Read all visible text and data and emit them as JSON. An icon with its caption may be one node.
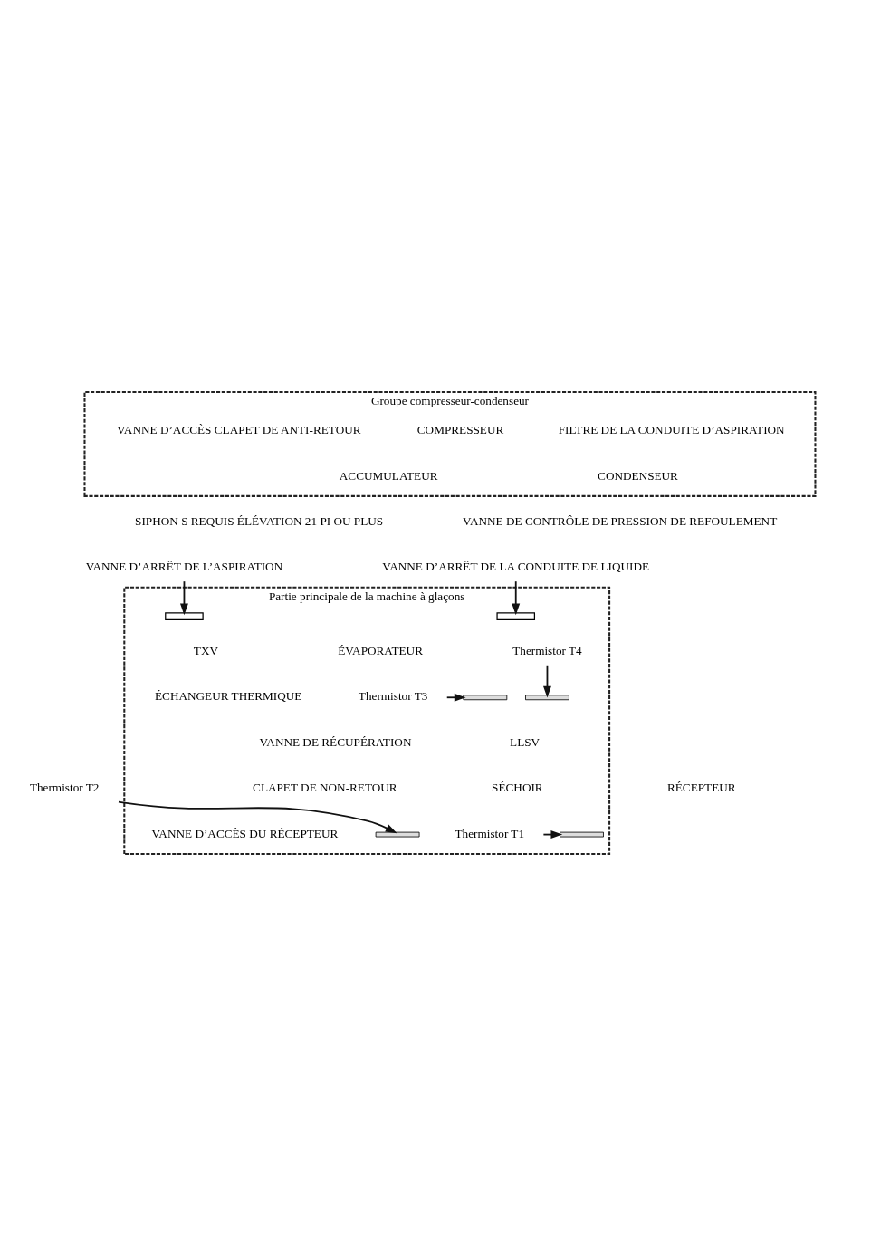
{
  "diagram": {
    "nodes": [
      {
        "text": [
          "Groupe compresseur-condenseur"
        ]
      },
      {
        "text": [
          "Partie principale de la machine à glaçons"
        ]
      },
      {
        "text": [
          "VANNE D’ARRÊT DE L’ASPIRATION"
        ]
      },
      {
        "text": [],
        "shape": "box",
        "in": 1
      },
      {
        "text": [
          "VANNE D’ARRÊT DE LA CONDUITE DE LIQUIDE"
        ]
      },
      {
        "text": [],
        "shape": "box",
        "in": 1
      },
      {
        "text": [
          "Thermistor T4"
        ],
        "in": 1
      },
      {
        "text": [],
        "shape": "bar",
        "in": 1
      },
      {
        "text": [
          "Thermistor T3"
        ],
        "in": 1
      },
      {
        "text": [],
        "shape": "bar",
        "in": 1
      },
      {
        "text": [
          "Thermistor T1"
        ],
        "in": 1
      },
      {
        "text": [],
        "shape": "bar",
        "in": 1
      },
      {
        "text": [
          "Thermistor T2"
        ]
      },
      {
        "text": [],
        "shape": "bar",
        "in": 1
      }
    ],
    "edges": [
      {
        "from": 2,
        "to": 3,
        "arrow": "to"
      },
      {
        "from": 4,
        "to": 5,
        "arrow": "to"
      },
      {
        "from": 6,
        "to": 7,
        "arrow": "to"
      },
      {
        "from": 8,
        "to": 9,
        "arrow": "to"
      },
      {
        "from": 10,
        "to": 11,
        "arrow": "to"
      },
      {
        "from": 12,
        "to": 13,
        "arrow": "to"
      }
    ],
    "labels": [
      "FILTRE DE LA CONDUITE D’ASPIRATION",
      "COMPRESSEUR",
      "VANNE D’ACCÈS CLAPET DE ANTI-RETOUR",
      "CONDENSEUR",
      "ACCUMULATEUR",
      "SIPHON S REQUIS ÉLÉVATION 21 PI OU PLUS",
      "VANNE DE CONTRÔLE DE PRESSION DE REFOULEMENT",
      "ÉVAPORATEUR",
      "ÉCHANGEUR THERMIQUE",
      "TXV",
      "LLSV",
      "VANNE DE RÉCUPÉRATION",
      "SÉCHOIR",
      "CLAPET DE NON-RETOUR",
      "VANNE D’ACCÈS DU RÉCEPTEUR",
      "RÉCEPTEUR"
    ]
  }
}
